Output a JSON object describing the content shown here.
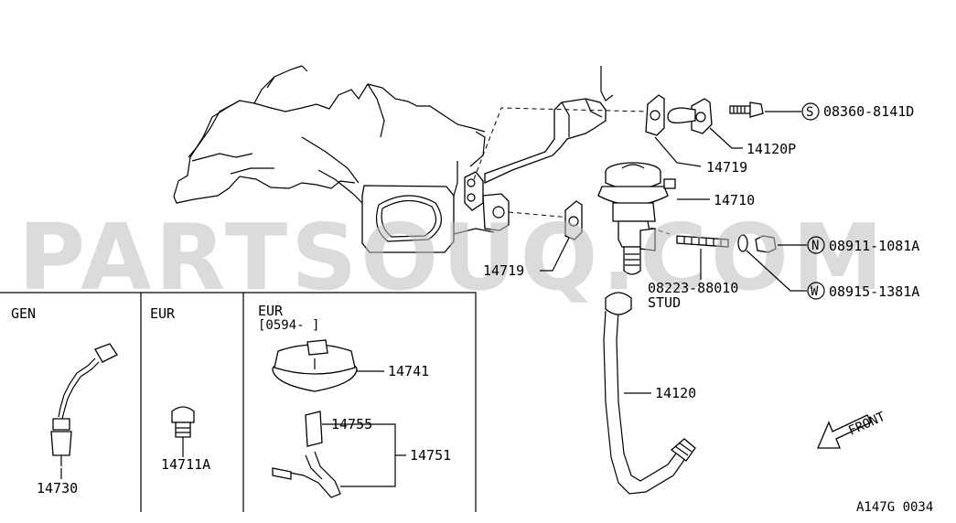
{
  "watermark": "PARTSOUQ.COM",
  "diagram_code": "A147G 0034",
  "front_label": "FRONT",
  "sections": [
    {
      "title": "GEN",
      "subtitle": ""
    },
    {
      "title": "EUR",
      "subtitle": ""
    },
    {
      "title": "EUR",
      "subtitle": "[0594-    ]"
    }
  ],
  "callouts": {
    "c_08360": {
      "prefix": "S",
      "part": "08360-8141D"
    },
    "c_14120P": {
      "part": "14120P"
    },
    "c_14719a": {
      "part": "14719"
    },
    "c_14710": {
      "part": "14710"
    },
    "c_08911": {
      "prefix": "N",
      "part": "08911-1081A"
    },
    "c_14719b": {
      "part": "14719"
    },
    "c_08223": {
      "part": "08223-88010",
      "note": "STUD"
    },
    "c_08915": {
      "prefix": "W",
      "part": "08915-1381A"
    },
    "c_14120": {
      "part": "14120"
    },
    "c_14741": {
      "part": "14741"
    },
    "c_14755": {
      "part": "14755"
    },
    "c_14751": {
      "part": "14751"
    },
    "c_14730": {
      "part": "14730"
    },
    "c_14711A": {
      "part": "14711A"
    }
  }
}
